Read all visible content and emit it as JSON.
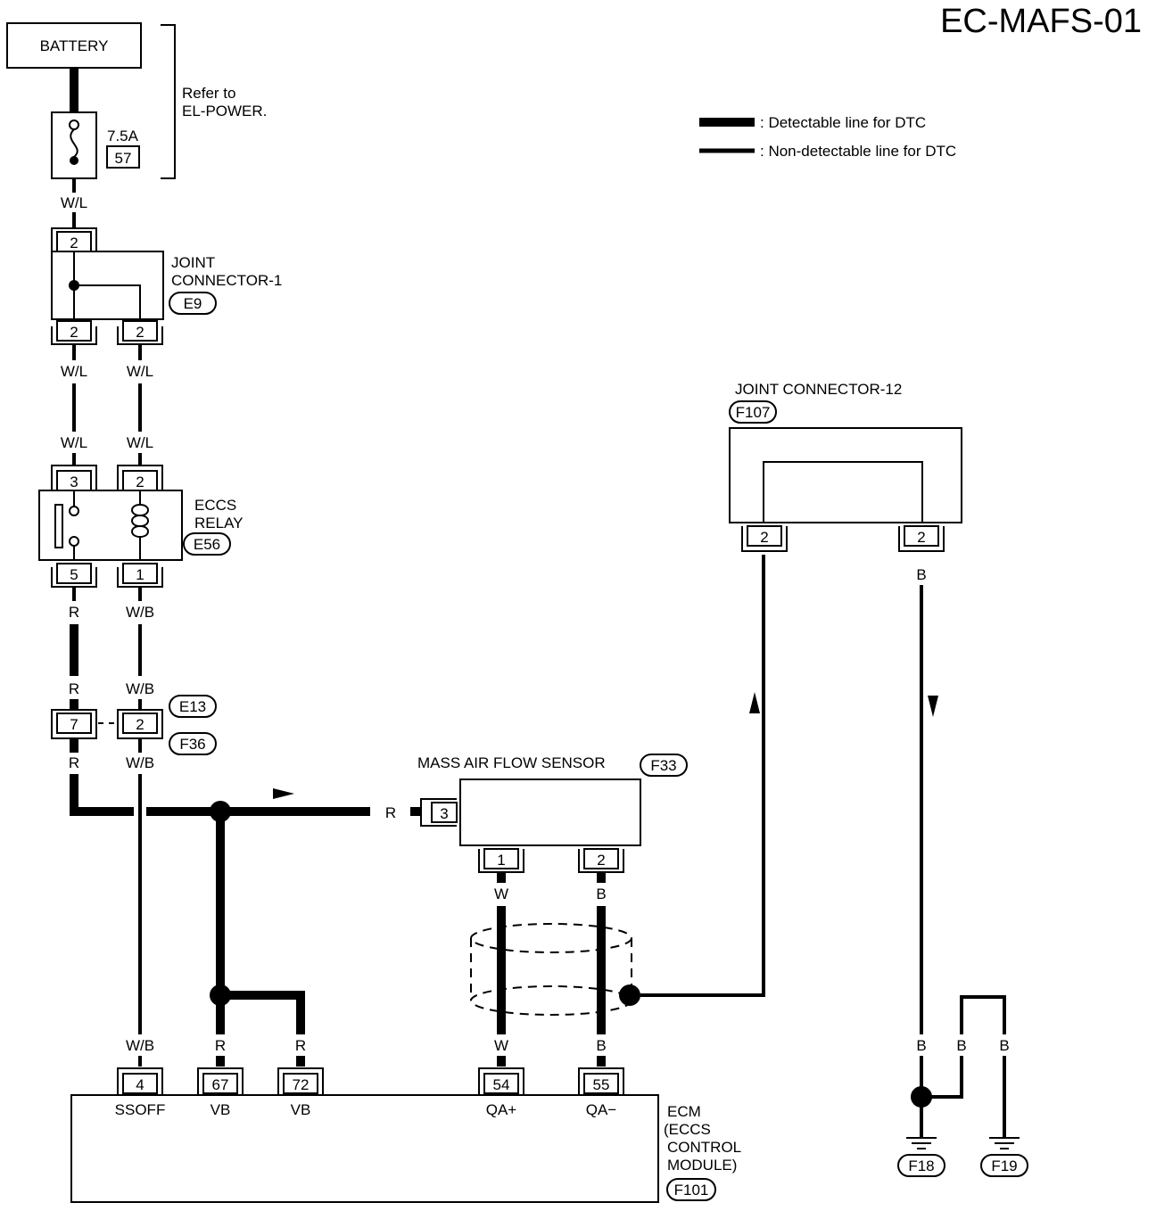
{
  "diagram_id": "EC-MAFS-01",
  "battery": {
    "label": "BATTERY"
  },
  "fuse": {
    "rating": "7.5A",
    "number": "57"
  },
  "refer_note": {
    "line1": "Refer to",
    "line2": "EL-POWER."
  },
  "legend": {
    "detectable": ": Detectable line for DTC",
    "non_detectable": ": Non-detectable line for DTC"
  },
  "joint_connector_1": {
    "line1": "JOINT",
    "line2": "CONNECTOR-1",
    "code": "E9",
    "pin_top": "2",
    "pin_left": "2",
    "pin_right": "2"
  },
  "eccs_relay": {
    "line1": "ECCS",
    "line2": "RELAY",
    "code": "E56",
    "pin3": "3",
    "pin2": "2",
    "pin5": "5",
    "pin1": "1"
  },
  "inline_connector": {
    "code_top": "E13",
    "code_bottom": "F36",
    "pin_left": "7",
    "pin_right": "2"
  },
  "maf_sensor": {
    "label": "MASS AIR FLOW SENSOR",
    "code": "F33",
    "pin3": "3",
    "pin1": "1",
    "pin2": "2"
  },
  "joint_connector_12": {
    "label": "JOINT CONNECTOR-12",
    "code": "F107",
    "pin_left": "2",
    "pin_right": "2"
  },
  "ecm": {
    "line1": "ECM",
    "line2": "(ECCS",
    "line3": "CONTROL",
    "line4": "MODULE)",
    "code": "F101",
    "pins": [
      {
        "num": "4",
        "name": "SSOFF"
      },
      {
        "num": "67",
        "name": "VB"
      },
      {
        "num": "72",
        "name": "VB"
      },
      {
        "num": "54",
        "name": "QA+"
      },
      {
        "num": "55",
        "name": "QA−"
      }
    ]
  },
  "grounds": {
    "left": "F18",
    "right": "F19"
  },
  "wire_colors": {
    "wl_fuse": "W/L",
    "wl_j1_left": "W/L",
    "wl_j1_right": "W/L",
    "wl_relay_left": "W/L",
    "wl_relay_right": "W/L",
    "r_relay": "R",
    "wb_relay": "W/B",
    "r_conn_top": "R",
    "wb_conn_top": "W/B",
    "r_conn_bot": "R",
    "wb_conn_bot": "W/B",
    "r_maf": "R",
    "w_maf": "W",
    "b_maf": "B",
    "wb_ecm": "W/B",
    "r_ecm67": "R",
    "r_ecm72": "R",
    "w_ecm": "W",
    "b_ecm": "B",
    "b_j12": "B",
    "b_gnd1": "B",
    "b_gnd2": "B",
    "b_gnd3": "B"
  }
}
